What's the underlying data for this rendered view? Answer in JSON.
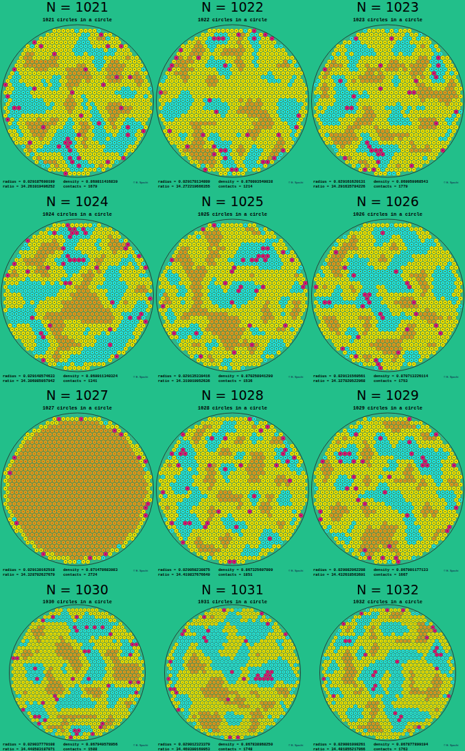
{
  "diagram": {
    "nodes": [
      {
        "text": [
          "N = 1021",
          "1021 circles in a circle",
          "radius = 0.029187690199",
          "density = 0.869811416839",
          "ratio = 34.261019496252",
          "contacts = 1679",
          "© E. Specht"
        ]
      },
      {
        "text": [
          "N = 1022",
          "1022 circles in a circle",
          "radius = 0.029178134809",
          "density = 0.870093549038",
          "ratio = 34.272219666355",
          "contacts = 1214",
          "© E. Specht"
        ]
      },
      {
        "text": [
          "N = 1023",
          "1023 circles in a circle",
          "radius = 0.029161620131",
          "density = 0.869959968543",
          "ratio = 34.291635784226",
          "contacts = 1779",
          "© E. Specht"
        ]
      },
      {
        "text": [
          "N = 1024",
          "1024 circles in a circle",
          "radius = 0.029148574633",
          "density = 0.869911340324",
          "ratio = 34.306985957942",
          "contacts = 1341",
          "© E. Specht"
        ]
      },
      {
        "text": [
          "N = 1025",
          "1025 circles in a circle",
          "radius = 0.029135339416",
          "density = 0.870258041290",
          "ratio = 34.319919952636",
          "contacts = 1536",
          "© E. Specht"
        ]
      },
      {
        "text": [
          "N = 1026",
          "1026 circles in a circle",
          "radius = 0.029131569561",
          "density = 0.870713226114",
          "ratio = 34.327020522968",
          "contacts = 1753",
          "© E. Specht"
        ]
      },
      {
        "text": [
          "N = 1027",
          "1027 circles in a circle",
          "radius = 0.029130162518",
          "density = 0.871478683983",
          "ratio = 34.328702627679",
          "contacts = 2724",
          "© E. Specht"
        ]
      },
      {
        "text": [
          "N = 1028",
          "1028 circles in a circle",
          "radius = 0.029058230875",
          "density = 0.867325697009",
          "ratio = 34.419837676649",
          "contacts = 1851",
          "© E. Specht"
        ]
      },
      {
        "text": [
          "N = 1029",
          "1029 circles in a circle",
          "radius = 0.029082062208",
          "density = 0.867901177133",
          "ratio = 34.432618563691",
          "contacts = 1667",
          "© E. Specht"
        ]
      },
      {
        "text": [
          "N = 1030",
          "1030 circles in a circle",
          "radius = 0.029037770108",
          "density = 0.867949578956",
          "ratio = 34.448583187071",
          "contacts = 1588",
          "© E. Specht"
        ]
      },
      {
        "text": [
          "N = 1031",
          "1031 circles in a circle",
          "radius = 0.029012323379",
          "density = 0.867838868250",
          "ratio = 34.469390169953",
          "contacts = 1748",
          "© E. Specht"
        ]
      },
      {
        "text": [
          "N = 1032",
          "1032 circles in a circle",
          "radius = 0.029001098261",
          "density = 0.867877899194",
          "ratio = 34.481855217866",
          "contacts = 1763",
          "© E. Specht"
        ]
      }
    ]
  }
}
